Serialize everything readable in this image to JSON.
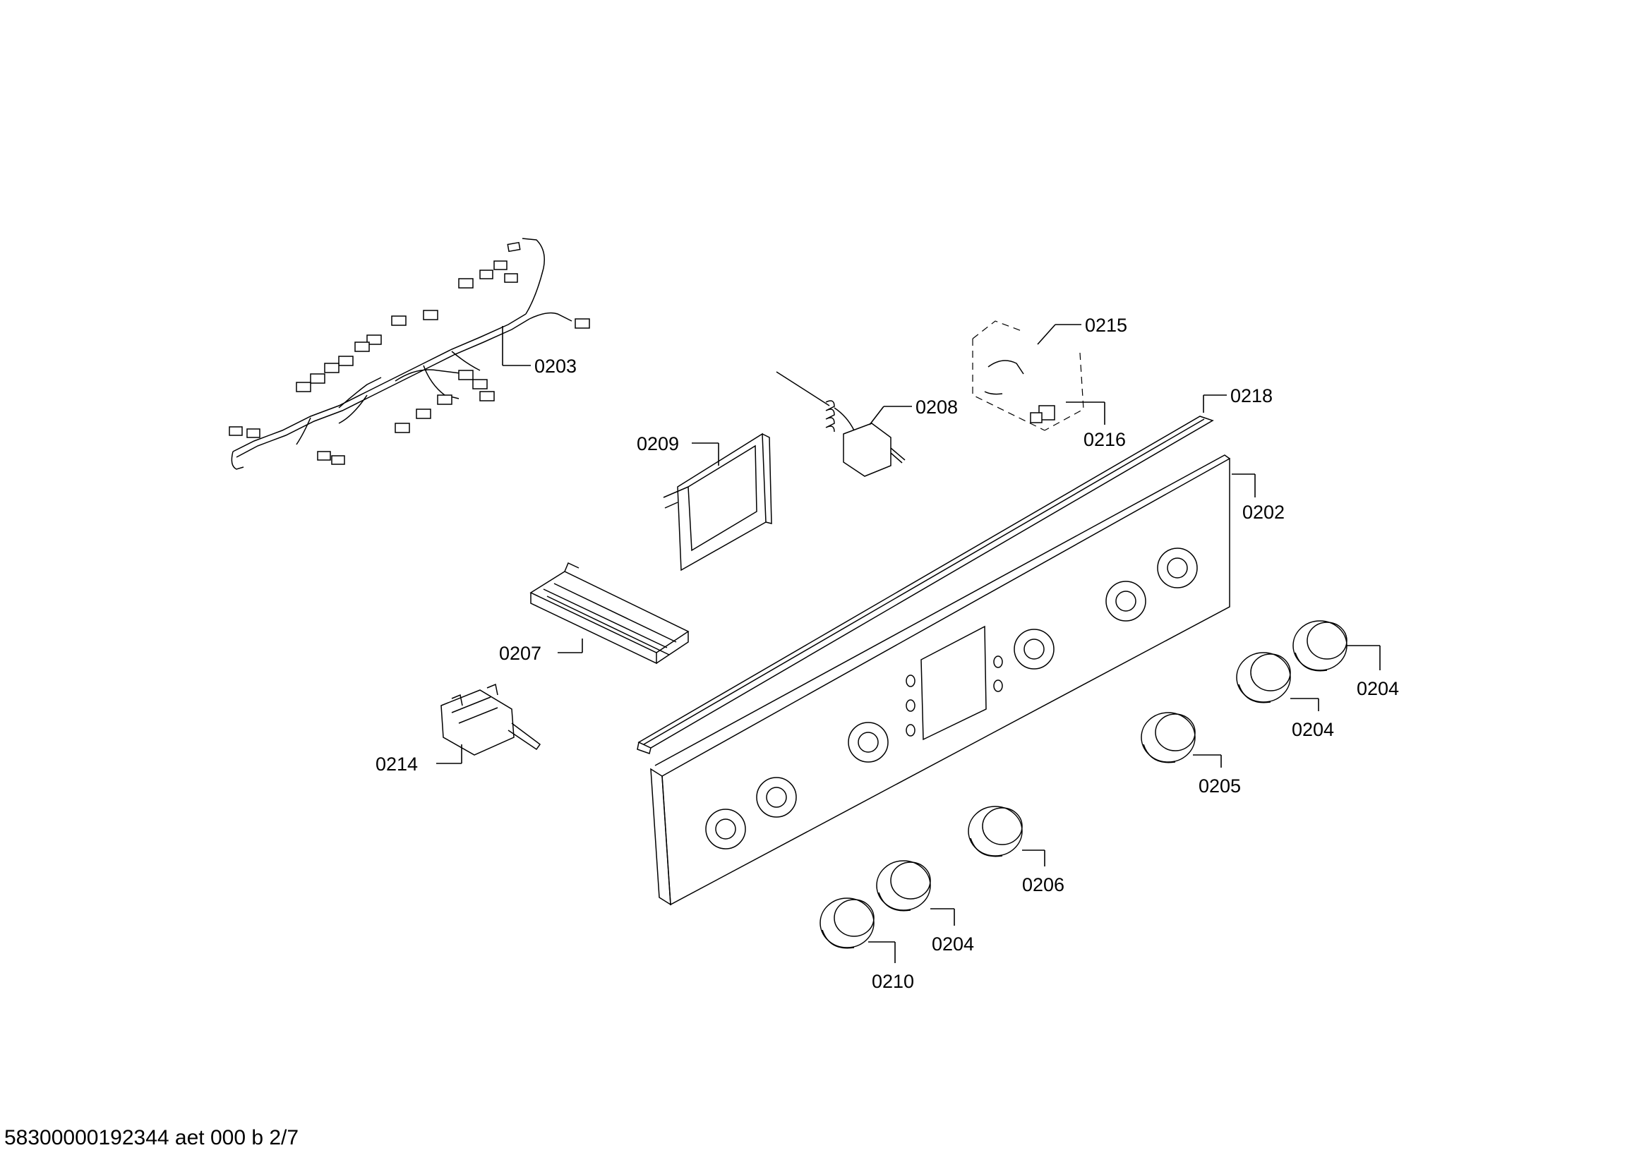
{
  "callouts": {
    "c0203": "0203",
    "c0215": "0215",
    "c0208": "0208",
    "c0216": "0216",
    "c0218": "0218",
    "c0209": "0209",
    "c0202": "0202",
    "c0207": "0207",
    "c0204a": "0204",
    "c0204b": "0204",
    "c0214": "0214",
    "c0205": "0205",
    "c0206": "0206",
    "c0204c": "0204",
    "c0210": "0210"
  },
  "footer": {
    "drawing_id": "58300000192344 aet 000 b 2/7"
  }
}
